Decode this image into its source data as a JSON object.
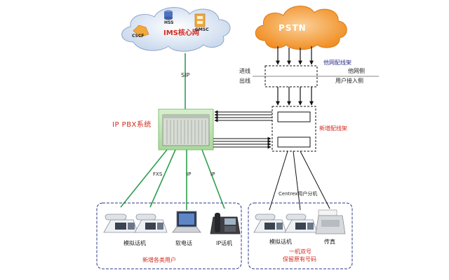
{
  "ims_cloud": {
    "title": "IMS核心网",
    "nodes": [
      "CSCF",
      "HSS",
      "GMSC"
    ]
  },
  "pstn_cloud": {
    "title": "PSTN"
  },
  "links": {
    "sip": "SIP",
    "fxs": "FXS",
    "ip_a": "IP",
    "ip_b": "IP",
    "centrex": "Centrex用户分机"
  },
  "ip_pbx": {
    "title": "IP PBX系统"
  },
  "distribution_frames": {
    "other_network_frame": "他网配线架",
    "incoming": "进线",
    "outgoing": "出线",
    "other_network_side": "他网侧",
    "user_access_side": "用户接入侧",
    "new_frame": "新增配线架"
  },
  "left_group": {
    "caption": "新增各类用户",
    "devices": [
      "模拟话机",
      "软电话",
      "IP话机"
    ]
  },
  "right_group": {
    "caption_line1": "一机双号",
    "caption_line2": "保留原有号码",
    "devices": [
      "模拟话机",
      "传真"
    ]
  },
  "colors": {
    "cloud_orange": "#f4a23d",
    "cloud_blue": "#dfe9f6",
    "pbx_green": "#bfe3b3",
    "link_green": "#2e9e4f",
    "group_border": "#2b3a8a",
    "label_red": "#d42a1e"
  }
}
